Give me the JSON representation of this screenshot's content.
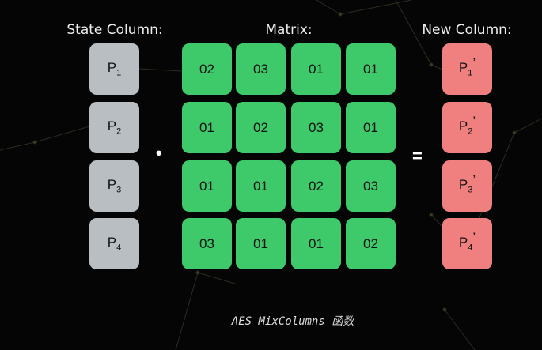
{
  "headers": {
    "state": "State Column:",
    "matrix": "Matrix:",
    "new": "New Column:"
  },
  "state": [
    {
      "p": "P",
      "i": "1"
    },
    {
      "p": "P",
      "i": "2"
    },
    {
      "p": "P",
      "i": "3"
    },
    {
      "p": "P",
      "i": "4"
    }
  ],
  "matrix": [
    [
      "02",
      "03",
      "01",
      "01"
    ],
    [
      "01",
      "02",
      "03",
      "01"
    ],
    [
      "01",
      "01",
      "02",
      "03"
    ],
    [
      "03",
      "01",
      "01",
      "02"
    ]
  ],
  "new_col": [
    {
      "p": "P",
      "i": "1",
      "prime": "’"
    },
    {
      "p": "P",
      "i": "2",
      "prime": "’"
    },
    {
      "p": "P",
      "i": "3",
      "prime": "’"
    },
    {
      "p": "P",
      "i": "4",
      "prime": "’"
    }
  ],
  "operators": {
    "dot": "•",
    "equals": "="
  },
  "caption": "AES MixColumns 函数",
  "colors": {
    "matrix": "#3ec96b",
    "state": "#b9bec2",
    "new": "#f08080"
  }
}
